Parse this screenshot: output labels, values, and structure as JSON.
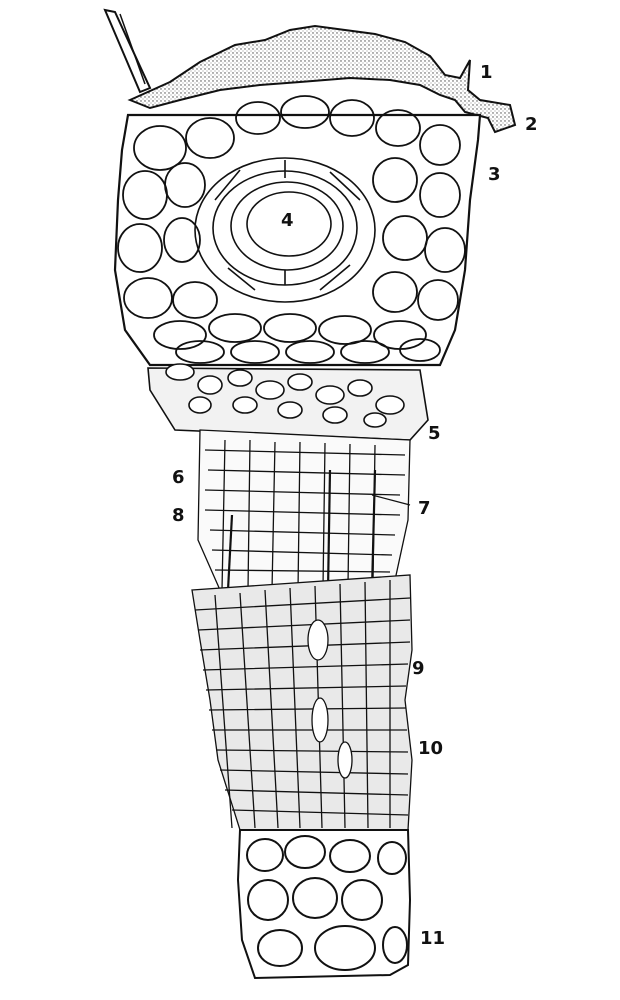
{
  "figure": {
    "labels": [
      {
        "key": "1",
        "text": "1"
      },
      {
        "key": "2",
        "text": "2"
      },
      {
        "key": "3",
        "text": "3"
      },
      {
        "key": "4",
        "text": "4"
      },
      {
        "key": "5",
        "text": "5"
      },
      {
        "key": "6",
        "text": "6"
      },
      {
        "key": "7",
        "text": "7"
      },
      {
        "key": "8",
        "text": "8"
      },
      {
        "key": "9",
        "text": "9"
      },
      {
        "key": "10",
        "text": "10"
      },
      {
        "key": "11",
        "text": "11"
      }
    ],
    "colors": {
      "ink": "#111111",
      "paper": "#ffffff",
      "stipple": "#555555"
    }
  }
}
